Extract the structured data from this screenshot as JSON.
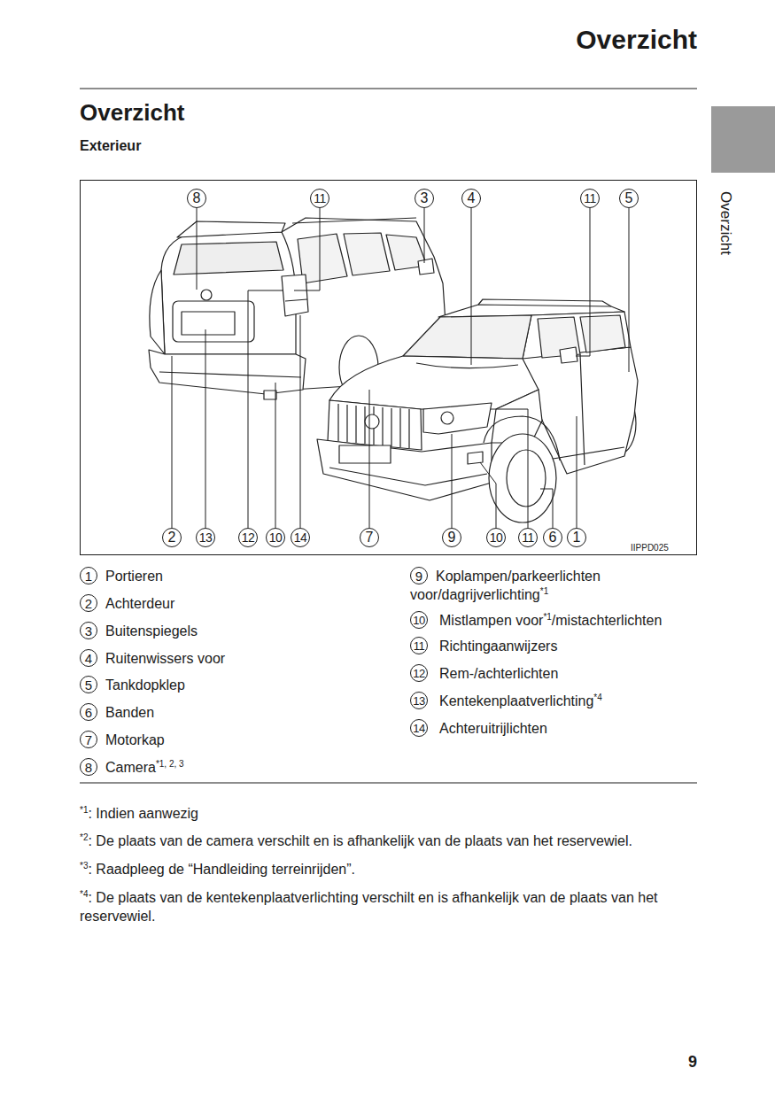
{
  "diagram": {
    "title": "Overzicht",
    "nodes": [
      {
        "text": [
          "8"
        ]
      },
      {
        "text": [
          "11"
        ]
      },
      {
        "text": [
          "3"
        ]
      },
      {
        "text": [
          "4"
        ]
      },
      {
        "text": [
          "11"
        ]
      },
      {
        "text": [
          "5"
        ]
      },
      {
        "text": [
          "2"
        ]
      },
      {
        "text": [
          "13"
        ]
      },
      {
        "text": [
          "12"
        ]
      },
      {
        "text": [
          "10"
        ]
      },
      {
        "text": [
          "14"
        ]
      },
      {
        "text": [
          "7"
        ]
      },
      {
        "text": [
          "9"
        ]
      },
      {
        "text": [
          "10"
        ]
      },
      {
        "text": [
          "11"
        ]
      },
      {
        "text": [
          "6"
        ]
      },
      {
        "text": [
          "1"
        ]
      },
      {
        "text": [
          "1"
        ]
      },
      {
        "text": [
          "2"
        ]
      },
      {
        "text": [
          "3"
        ]
      },
      {
        "text": [
          "4"
        ]
      },
      {
        "text": [
          "5"
        ]
      },
      {
        "text": [
          "6"
        ]
      },
      {
        "text": [
          "7"
        ]
      },
      {
        "text": [
          "8"
        ]
      },
      {
        "text": [
          "9"
        ]
      },
      {
        "text": [
          "10"
        ]
      },
      {
        "text": [
          "11"
        ]
      },
      {
        "text": [
          "12"
        ]
      },
      {
        "text": [
          "13"
        ]
      },
      {
        "text": [
          "14"
        ]
      }
    ],
    "labels": [
      "Overzicht",
      "Exterieur",
      "Overzicht",
      "IIPPD025",
      "Portieren",
      "Achterdeur",
      "Buitenspiegels",
      "Ruitenwissers voor",
      "Tankdopklep",
      "Banden",
      "Motorkap",
      "Camera",
      "*1, 2, 3",
      "Koplampen/parkeerlichten voor/dagrijverlichting",
      "*1",
      "Mistlampen voor",
      "*1",
      "/mistachterlichten",
      "Richtingaanwijzers",
      "Rem-/achterlichten",
      "Kentekenplaatverlichting",
      "*4",
      "Achteruitrijlichten",
      "*1",
      ": Indien aanwezig",
      "*2",
      ": De plaats van de camera verschilt en is afhankelijk van de plaats van het reservewiel.",
      "*3",
      ": Raadpleeg de “Handleiding terreinrijden”.",
      "*4",
      ": De plaats van de kentekenplaatverlichting verschilt en is afhankelijk van de plaats van het reservewiel.",
      "9"
    ]
  }
}
